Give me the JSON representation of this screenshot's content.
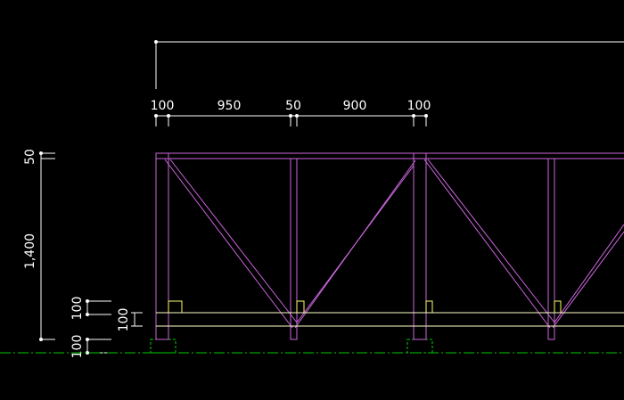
{
  "colors": {
    "background": "#000000",
    "dimension": "#ffffff",
    "truss": "#cc66dd",
    "ground": "#00cc00",
    "base_plate": "#00cc00",
    "marker": "#ffff66",
    "rail": "#ffffcc"
  },
  "dimensions": {
    "top": [
      "100",
      "950",
      "50",
      "900",
      "100"
    ],
    "left_height": "1,400",
    "left_top": "50",
    "left_lower_a": "100",
    "left_lower_b": "100",
    "left_bottom": "100"
  }
}
